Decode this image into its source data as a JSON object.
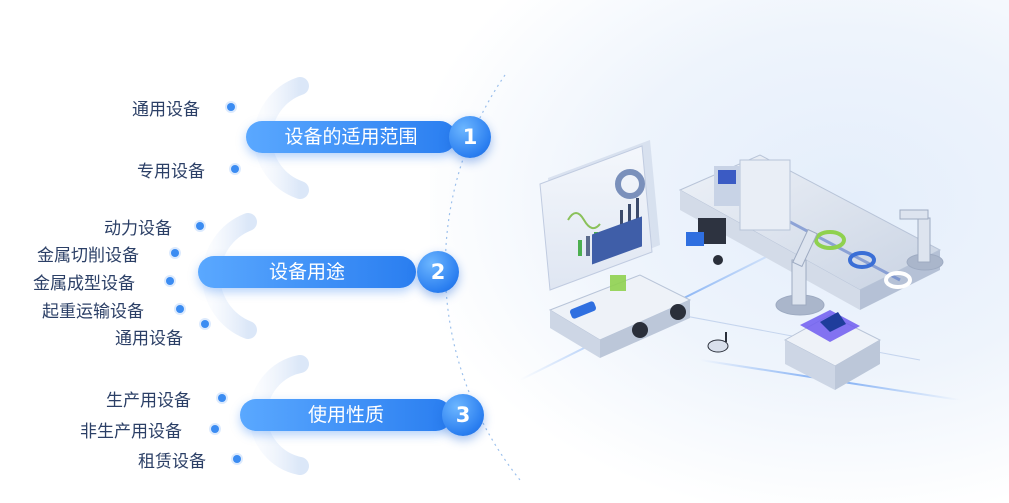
{
  "sections": [
    {
      "number": "1",
      "title": "设备的适用范围",
      "items": [
        "通用设备",
        "专用设备"
      ]
    },
    {
      "number": "2",
      "title": "设备用途",
      "items": [
        "动力设备",
        "金属切削设备",
        "金属成型设备",
        "起重运输设备",
        "通用设备"
      ]
    },
    {
      "number": "3",
      "title": "使用性质",
      "items": [
        "生产用设备",
        "非生产用设备",
        "租赁设备"
      ]
    }
  ],
  "illustration": "smart-factory-production-line"
}
